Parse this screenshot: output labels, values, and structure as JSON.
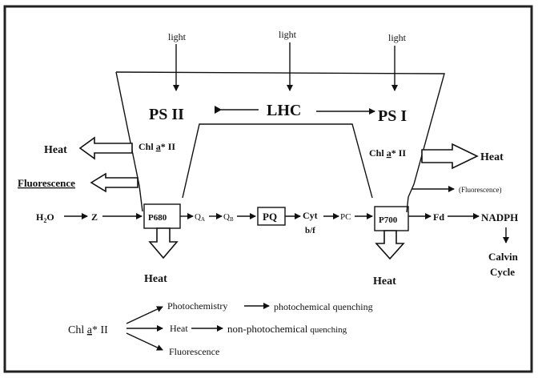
{
  "light_labels": [
    "light",
    "light",
    "light"
  ],
  "ps2": {
    "label": "PS II"
  },
  "ps1": {
    "label": "PS I"
  },
  "lhc": {
    "label": "LHC"
  },
  "chl_left": {
    "prefix": "Chl ",
    "a": "a",
    "suffix": "* II"
  },
  "chl_right": {
    "prefix": "Chl ",
    "a": "a",
    "suffix": "* II"
  },
  "heat_left": "Heat",
  "heat_right": "Heat",
  "fluorescence_left": "Fluorescence",
  "fluorescence_right": "(Fluorescence)",
  "chain": {
    "h2o": {
      "main": "H",
      "sub": "2",
      "tail": "O"
    },
    "z": "Z",
    "p680": "P680",
    "qa": {
      "main": "Q",
      "sub": "A"
    },
    "qb": {
      "main": "Q",
      "sub": "B"
    },
    "pq": "PQ",
    "cyt": "Cyt",
    "bf": "b/f",
    "pc": "PC",
    "p700": "P700",
    "fd": "Fd",
    "nadph": "NADPH",
    "calvin1": "Calvin",
    "calvin2": "Cycle"
  },
  "heat_bottom_left": "Heat",
  "heat_bottom_right": "Heat",
  "legend": {
    "source": {
      "prefix": "Chl ",
      "a": "a",
      "suffix": "* II"
    },
    "photochemistry": "Photochemistry",
    "photochemical_quenching": "photochemical quenching",
    "heat": "Heat",
    "nonphoto_main": "non-photochemical",
    "nonphoto_tail": "quenching",
    "fluorescence": "Fluorescence"
  },
  "colors": {
    "ink": "#111111",
    "background": "#ffffff",
    "frame": "#222222"
  }
}
